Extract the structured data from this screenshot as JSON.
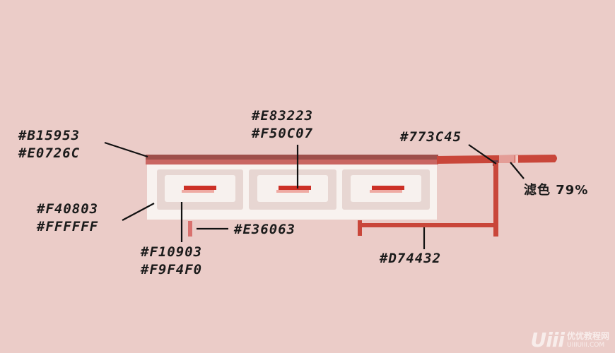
{
  "colors": {
    "background": "#EBCCC8",
    "bar_top": "#B15953",
    "bar_bottom": "#E0726C",
    "frame": "#F40803",
    "frame_inner": "#FFFFFF",
    "cell": "#F10903",
    "cell_inner": "#F9F4F0",
    "dash_a": "#E83223",
    "dash_b": "#F50C07",
    "small_piece": "#E36063",
    "stroke": "#773C45",
    "stand": "#D74432"
  },
  "labels": {
    "bar": [
      "#B15953",
      "#E0726C"
    ],
    "dash": [
      "#E83223",
      "#F50C07"
    ],
    "stroke": "#773C45",
    "filter": "滤色  79%",
    "frame": [
      "#F40803",
      "#FFFFFF"
    ],
    "small_piece": "#E36063",
    "cell": [
      "#F10903",
      "#F9F4F0"
    ],
    "stand": "#D74432"
  },
  "watermark": {
    "logo": "Uiii",
    "cn": "优优教程网",
    "url": "UIIIUIII.COM"
  }
}
